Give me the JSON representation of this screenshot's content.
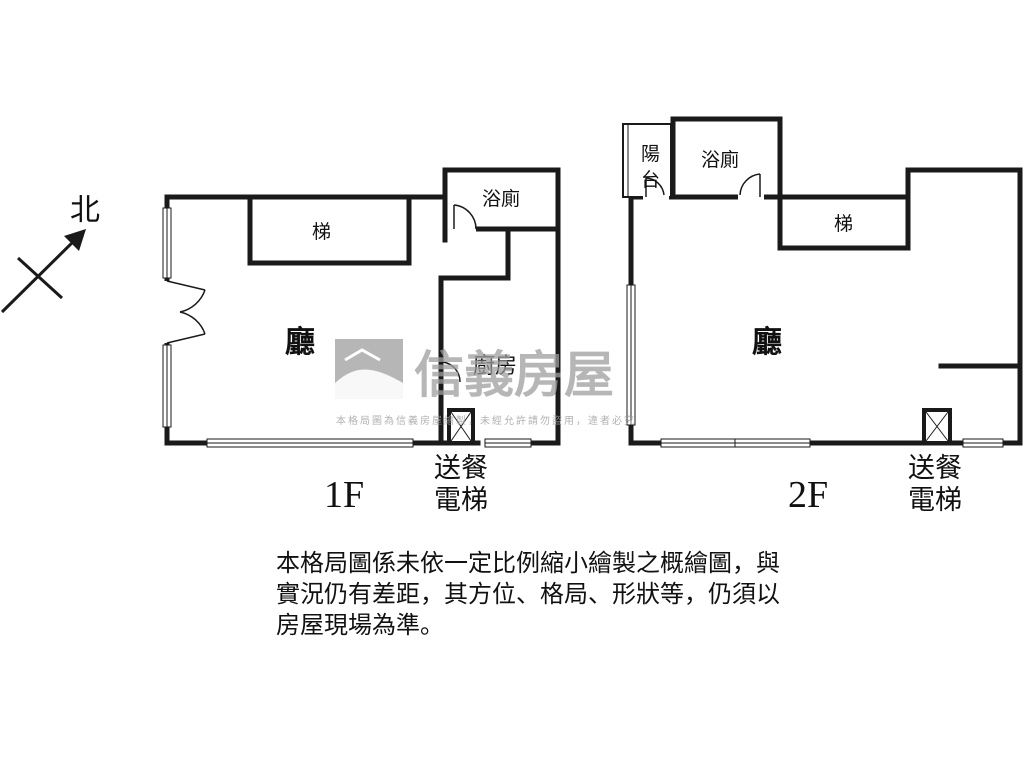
{
  "north_label": "北",
  "floors": [
    {
      "floor_label": "1F",
      "rooms": {
        "living": "廳",
        "stairs": "梯",
        "bathroom": "浴廁",
        "kitchen": "廚房"
      },
      "elevator_lines": [
        "送餐",
        "電梯"
      ]
    },
    {
      "floor_label": "2F",
      "rooms": {
        "living": "廳",
        "stairs": "梯",
        "bathroom": "浴廁",
        "balcony_lines": [
          "陽",
          "台"
        ]
      },
      "elevator_lines": [
        "送餐",
        "電梯"
      ]
    }
  ],
  "watermark": {
    "brand": "信義房屋",
    "notice": "本格局圖為信義房屋繪製，未經允許請勿盜用，違者必究"
  },
  "disclaimer_lines": [
    "本格局圖係未依一定比例縮小繪製之概繪圖，與",
    "實況仍有差距，其方位、格局、形狀等，仍須以",
    "房屋現場為準。"
  ],
  "colors": {
    "wall": "#1a1a1a",
    "watermark": "#9e9e9e"
  }
}
